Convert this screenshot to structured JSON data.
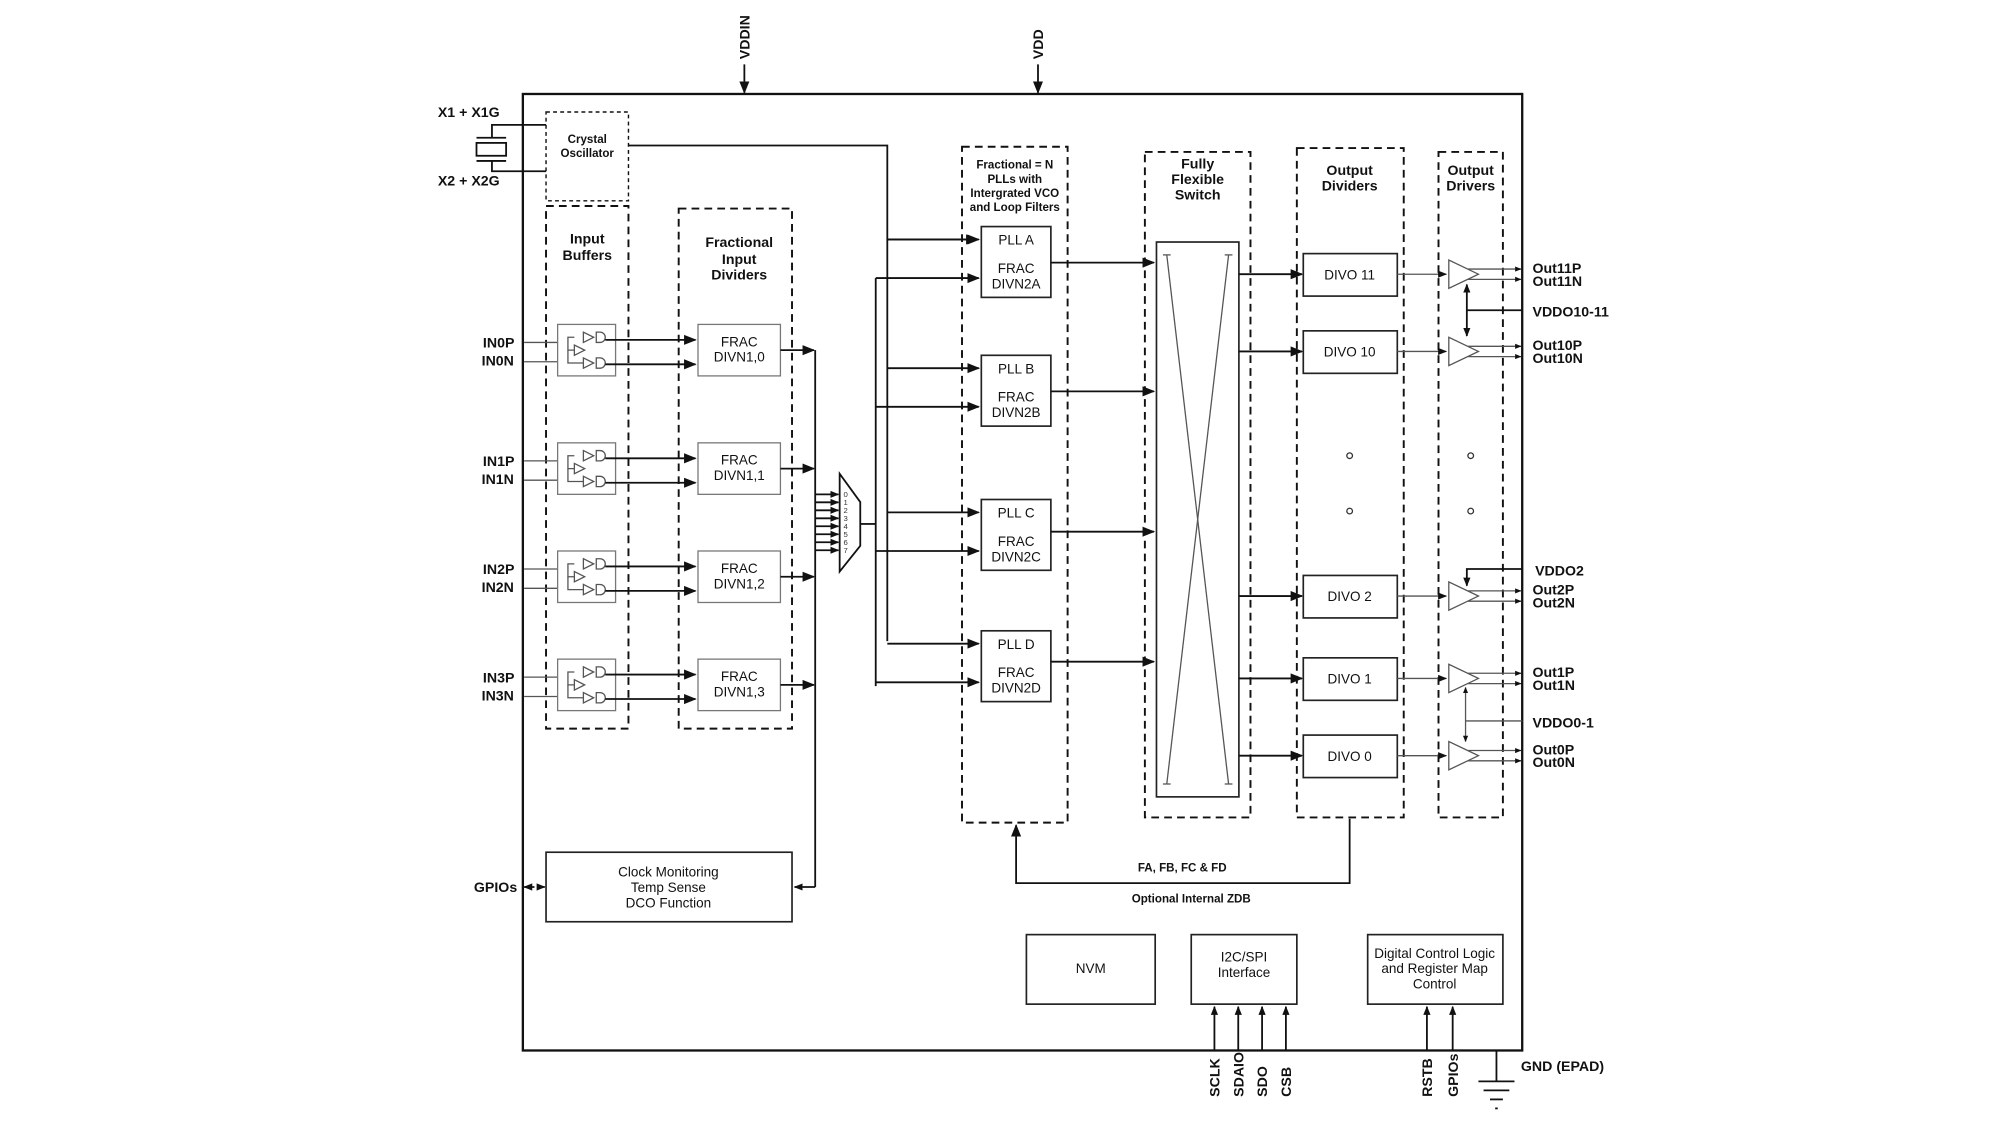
{
  "supplies": {
    "vddin": "VDDIN",
    "vdd": "VDD",
    "gnd": "GND (EPAD)"
  },
  "crystal": {
    "x1": "X1 + X1G",
    "x2": "X2 + X2G",
    "block_line1": "Crystal",
    "block_line2": "Oscillator"
  },
  "sections": {
    "input_buffers": [
      "Input",
      "Buffers"
    ],
    "frac_input_dividers": [
      "Fractional",
      "Input",
      "Dividers"
    ],
    "plls": [
      "Fractional = N",
      "PLLs with",
      "Intergrated VCO",
      "and Loop Filters"
    ],
    "switch": [
      "Fully",
      "Flexible",
      "Switch"
    ],
    "output_dividers": [
      "Output",
      "Dividers"
    ],
    "output_drivers": [
      "Output",
      "Drivers"
    ]
  },
  "inputs": [
    {
      "p": "IN0P",
      "n": "IN0N",
      "divider": [
        "FRAC",
        "DIVN1,0"
      ]
    },
    {
      "p": "IN1P",
      "n": "IN1N",
      "divider": [
        "FRAC",
        "DIVN1,1"
      ]
    },
    {
      "p": "IN2P",
      "n": "IN2N",
      "divider": [
        "FRAC",
        "DIVN1,2"
      ]
    },
    {
      "p": "IN3P",
      "n": "IN3N",
      "divider": [
        "FRAC",
        "DIVN1,3"
      ]
    }
  ],
  "mux": {
    "inputs": [
      "0",
      "1",
      "2",
      "3",
      "4",
      "5",
      "6",
      "7"
    ]
  },
  "plls": [
    {
      "name": "PLL A",
      "frac": "FRAC",
      "div": "DIVN2A"
    },
    {
      "name": "PLL B",
      "frac": "FRAC",
      "div": "DIVN2B"
    },
    {
      "name": "PLL C",
      "frac": "FRAC",
      "div": "DIVN2C"
    },
    {
      "name": "PLL D",
      "frac": "FRAC",
      "div": "DIVN2D"
    }
  ],
  "output_dividers": [
    "DIVO 11",
    "DIVO 10",
    "DIVO 2",
    "DIVO 1",
    "DIVO 0"
  ],
  "outputs": [
    {
      "p": "Out11P",
      "n": "Out11N"
    },
    {
      "p": "Out10P",
      "n": "Out10N"
    },
    {
      "p": "Out2P",
      "n": "Out2N"
    },
    {
      "p": "Out1P",
      "n": "Out1N"
    },
    {
      "p": "Out0P",
      "n": "Out0N"
    }
  ],
  "output_supplies": {
    "vddo10_11": "VDDO10-11",
    "vddo2": "VDDO2",
    "vddo0_1": "VDDO0-1"
  },
  "feedback": {
    "label": "FA, FB, FC & FD",
    "caption": "Optional Internal ZDB"
  },
  "monitor": {
    "gpio": "GPIOs",
    "lines": [
      "Clock Monitoring",
      "Temp Sense",
      "DCO Function"
    ]
  },
  "nvm": {
    "label": "NVM"
  },
  "serial": {
    "lines": [
      "I2C/SPI",
      "Interface"
    ],
    "pins": [
      "SCLK",
      "SDAIO",
      "SDO",
      "CSB"
    ]
  },
  "control": {
    "lines": [
      "Digital Control Logic",
      "and Register Map",
      "Control"
    ],
    "pins": [
      "RSTB",
      "GPIOs"
    ]
  }
}
